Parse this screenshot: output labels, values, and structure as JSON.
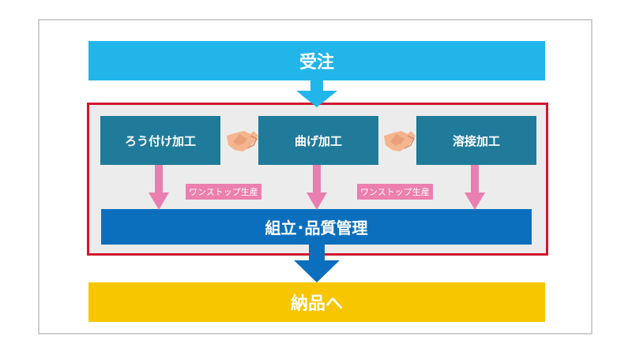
{
  "flow": {
    "top": "受注",
    "processes": [
      "ろう付け加工",
      "曲げ加工",
      "溶接加工"
    ],
    "tags": [
      "ワンストップ生産",
      "ワンストップ生産"
    ],
    "middle": "組立･品質管理",
    "bottom": "納品へ"
  },
  "colors": {
    "order": "#22b5ea",
    "process": "#207b9b",
    "assembly": "#0b6fbd",
    "delivery": "#f7c600",
    "highlight_border": "#d2162d",
    "pink_arrow": "#e97fb0"
  },
  "icons": [
    "handshake-icon",
    "handshake-icon"
  ]
}
